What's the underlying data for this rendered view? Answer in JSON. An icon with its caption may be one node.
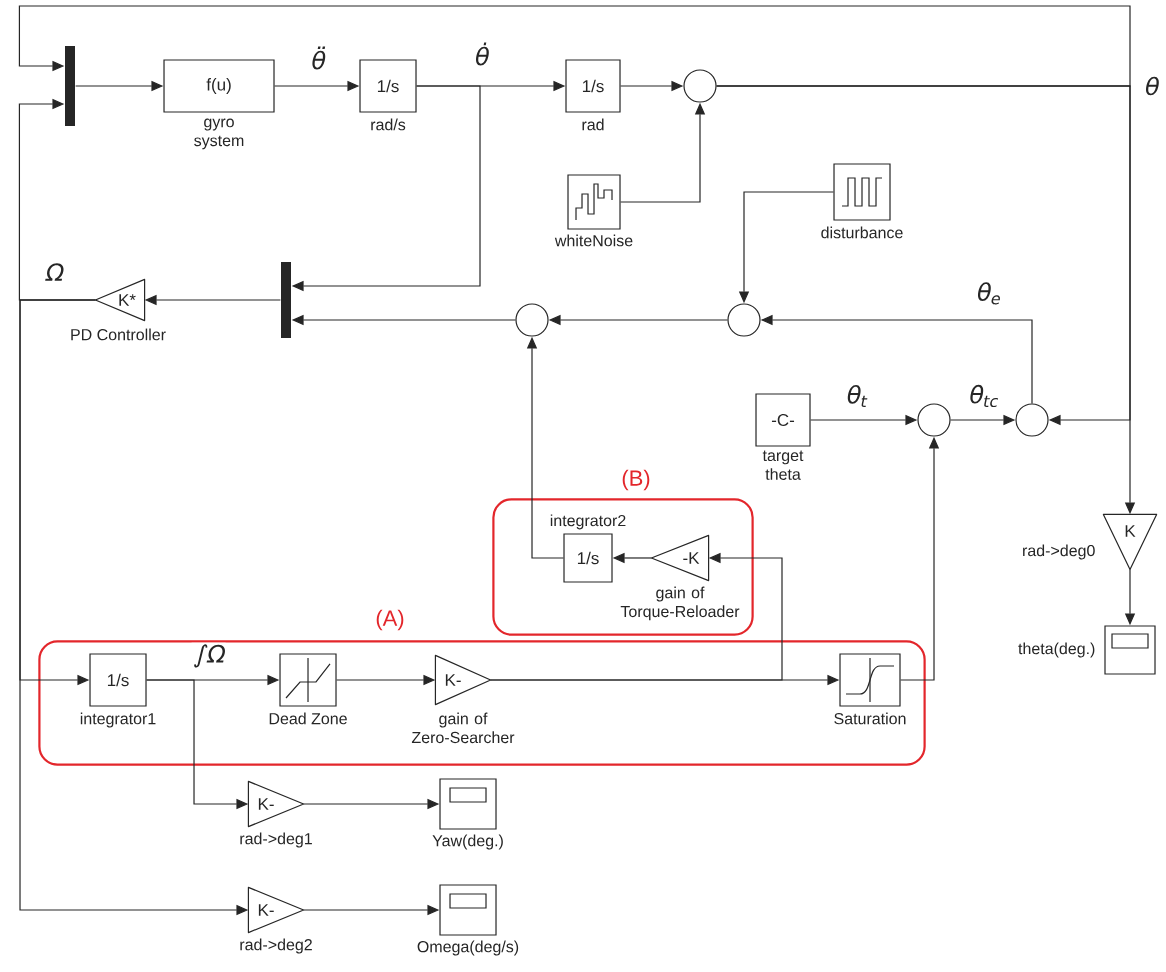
{
  "diagram": {
    "nodes": [
      {
        "text": [],
        "shape": "bar"
      },
      {
        "text": [
          "f(u)",
          "gyro system"
        ]
      },
      {
        "text": [
          "1/s",
          "rad/s"
        ]
      },
      {
        "text": [
          "1/s",
          "rad"
        ]
      },
      {
        "text": [],
        "shape": "circle"
      },
      {
        "text": [
          "whiteNoise"
        ]
      },
      {
        "text": [
          "disturbance"
        ]
      },
      {
        "text": [
          "K*",
          "PD Controller"
        ]
      },
      {
        "text": [],
        "shape": "bar"
      },
      {
        "text": [],
        "shape": "circle"
      },
      {
        "text": [],
        "shape": "circle"
      },
      {
        "text": [
          "-C-",
          "target theta"
        ]
      },
      {
        "text": [],
        "shape": "circle"
      },
      {
        "text": [],
        "shape": "circle"
      },
      {
        "text": [
          "(B)"
        ]
      },
      {
        "text": [
          "integrator2",
          "1/s"
        ],
        "in": 14
      },
      {
        "text": [
          "-K",
          "gain of Torque-Reloader"
        ],
        "in": 14
      },
      {
        "text": [
          "K",
          "rad->deg0"
        ]
      },
      {
        "text": [
          "theta(deg.)"
        ]
      },
      {
        "text": [
          "(A)"
        ]
      },
      {
        "text": [
          "1/s",
          "integrator1"
        ],
        "in": 19
      },
      {
        "text": [
          "Dead Zone"
        ],
        "in": 19
      },
      {
        "text": [
          "K-",
          "gain of Zero-Searcher"
        ],
        "in": 19
      },
      {
        "text": [
          "Saturation"
        ],
        "in": 19
      },
      {
        "text": [
          "K-",
          "rad->deg1"
        ]
      },
      {
        "text": [
          "Yaw(deg.)"
        ]
      },
      {
        "text": [
          "K-",
          "rad->deg2"
        ]
      },
      {
        "text": [
          "Omega(deg/s)"
        ]
      }
    ],
    "edges": [
      {
        "from": 0,
        "to": 1,
        "arrow": "to"
      },
      {
        "from": 1,
        "to": 2,
        "arrow": "to",
        "label": "θ̈"
      },
      {
        "from": 2,
        "to": 3,
        "arrow": "to",
        "label": "θ̇"
      },
      {
        "from": 2,
        "to": 8,
        "arrow": "to"
      },
      {
        "from": 3,
        "to": 4,
        "arrow": "to"
      },
      {
        "from": 5,
        "to": 4,
        "arrow": "to"
      },
      {
        "from": 4,
        "to": 0,
        "arrow": "to",
        "label": "θ"
      },
      {
        "from": 4,
        "to": 13,
        "arrow": "to"
      },
      {
        "from": 4,
        "to": 17,
        "arrow": "to"
      },
      {
        "from": 6,
        "to": 10,
        "arrow": "to"
      },
      {
        "from": 13,
        "to": 10,
        "arrow": "to",
        "label": "θ$_{e}$"
      },
      {
        "from": 10,
        "to": 9,
        "arrow": "to"
      },
      {
        "from": 9,
        "to": 8,
        "arrow": "to"
      },
      {
        "from": 8,
        "to": 7,
        "arrow": "to"
      },
      {
        "from": 7,
        "to": 0,
        "arrow": "to",
        "label": "Ω"
      },
      {
        "from": 7,
        "to": 20,
        "arrow": "to"
      },
      {
        "from": 7,
        "to": 26,
        "arrow": "to"
      },
      {
        "from": 11,
        "to": 12,
        "arrow": "to",
        "label": "θ$_{t}$"
      },
      {
        "from": 12,
        "to": 13,
        "arrow": "to",
        "label": "θ$_{tc}$"
      },
      {
        "from": 17,
        "to": 18,
        "arrow": "to"
      },
      {
        "from": 20,
        "to": 21,
        "arrow": "to",
        "label": "∫Ω"
      },
      {
        "from": 20,
        "to": 24,
        "arrow": "to"
      },
      {
        "from": 21,
        "to": 22,
        "arrow": "to"
      },
      {
        "from": 22,
        "to": 23,
        "arrow": "to"
      },
      {
        "from": 22,
        "to": 16,
        "arrow": "to"
      },
      {
        "from": 16,
        "to": 15,
        "arrow": "to"
      },
      {
        "from": 15,
        "to": 9,
        "arrow": "to"
      },
      {
        "from": 23,
        "to": 12,
        "arrow": "to"
      },
      {
        "from": 24,
        "to": 25,
        "arrow": "to"
      },
      {
        "from": 26,
        "to": 27,
        "arrow": "to"
      }
    ]
  }
}
